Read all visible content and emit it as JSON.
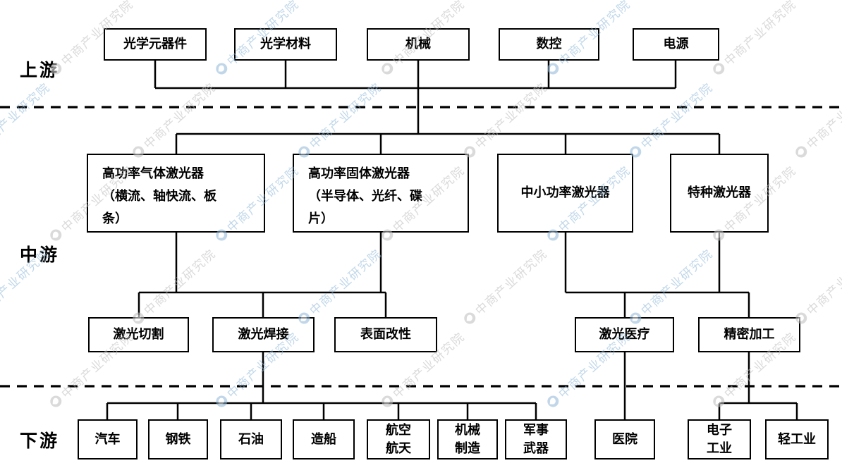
{
  "watermark": {
    "text": "中商产业研究院",
    "blue_color": "#8fb8d8",
    "gray_color": "#bdbdbd"
  },
  "tier_labels": {
    "upstream": "上游",
    "midstream": "中游",
    "downstream": "下游"
  },
  "upstream": {
    "boxes": [
      "光学元器件",
      "光学材料",
      "机械",
      "数控",
      "电源"
    ]
  },
  "midstream": {
    "boxes": [
      "高功率气体激光器\n（横流、轴快流、板\n条）",
      "高功率固体激光器\n（半导体、光纤、碟\n片）",
      "中小功率激光器",
      "特种激光器"
    ],
    "applications": [
      "激光切割",
      "激光焊接",
      "表面改性",
      "激光医疗",
      "精密加工"
    ]
  },
  "downstream": {
    "boxes": [
      "汽车",
      "钢铁",
      "石油",
      "造船",
      "航空\n航天",
      "机械\n制造",
      "军事\n武器",
      "医院",
      "电子\n工业",
      "轻工业"
    ]
  }
}
